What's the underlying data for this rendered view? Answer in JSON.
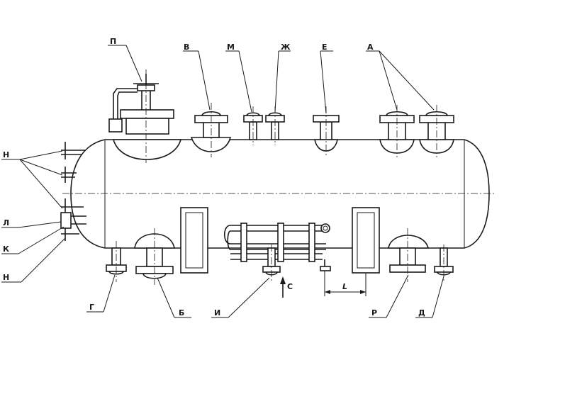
{
  "labels": {
    "P": "П",
    "V": "В",
    "M": "М",
    "Zh": "Ж",
    "E": "Е",
    "A": "А",
    "N_top": "Н",
    "L_side": "Л",
    "K": "К",
    "N_bottom": "Н",
    "G": "Г",
    "B": "Б",
    "I": "И",
    "C": "С",
    "L_dim": "L",
    "R": "Р",
    "D": "Д"
  }
}
